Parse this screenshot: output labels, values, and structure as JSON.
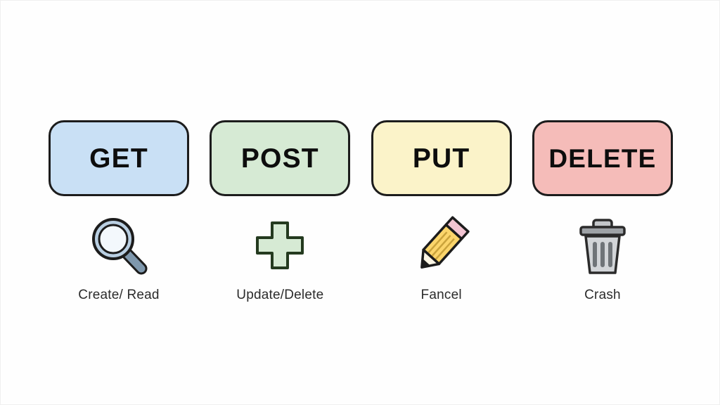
{
  "diagram": {
    "background_color": "#fefefe",
    "columns": [
      {
        "method": "GET",
        "box_fill": "#c9e0f5",
        "box_stroke": "#1c1c1c",
        "icon": "magnifier-icon",
        "caption": "Create/ Read"
      },
      {
        "method": "POST",
        "box_fill": "#d6ead4",
        "box_stroke": "#1c1c1c",
        "icon": "plus-icon",
        "caption": "Update/Delete"
      },
      {
        "method": "PUT",
        "box_fill": "#fbf3c9",
        "box_stroke": "#1c1c1c",
        "icon": "pencil-icon",
        "caption": "Fancel"
      },
      {
        "method": "DELETE",
        "box_fill": "#f5bcb9",
        "box_stroke": "#1c1c1c",
        "icon": "trash-icon",
        "caption": "Crash"
      }
    ]
  }
}
